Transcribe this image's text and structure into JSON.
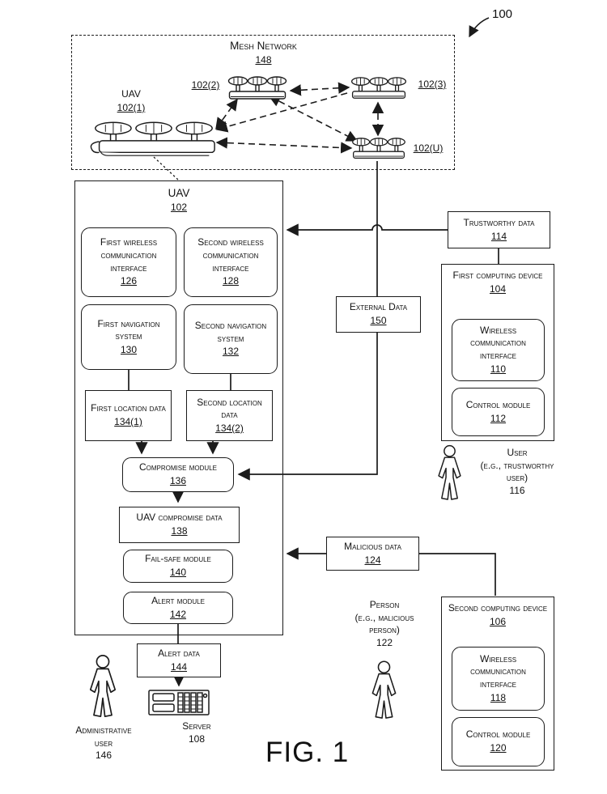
{
  "figure": {
    "ref": "100",
    "caption": "FIG. 1"
  },
  "colors": {
    "ink": "#1b1b1b",
    "background": "#ffffff"
  },
  "mesh": {
    "title": "Mesh Network",
    "ref": "148",
    "uav1": {
      "label": "UAV",
      "ref": "102(1)"
    },
    "uav2": {
      "ref": "102(2)"
    },
    "uav3": {
      "ref": "102(3)"
    },
    "uavU": {
      "ref": "102(U)"
    }
  },
  "uav": {
    "title": "UAV",
    "ref": "102",
    "first_wireless": {
      "label": "First wireless communication interface",
      "ref": "126"
    },
    "second_wireless": {
      "label": "Second wireless communication interface",
      "ref": "128"
    },
    "first_nav": {
      "label": "First navigation system",
      "ref": "130"
    },
    "second_nav": {
      "label": "Second navigation system",
      "ref": "132"
    },
    "first_loc": {
      "label": "First location data",
      "ref": "134(1)"
    },
    "second_loc": {
      "label": "Second location data",
      "ref": "134(2)"
    },
    "compromise": {
      "label": "Compromise module",
      "ref": "136"
    },
    "compromise_data": {
      "label": "UAV compromise data",
      "ref": "138"
    },
    "failsafe": {
      "label": "Fail-safe module",
      "ref": "140"
    },
    "alert": {
      "label": "Alert module",
      "ref": "142"
    }
  },
  "trustworthy_data": {
    "label": "Trustworthy data",
    "ref": "114"
  },
  "external_data": {
    "label": "External Data",
    "ref": "150"
  },
  "malicious_data": {
    "label": "Malicious data",
    "ref": "124"
  },
  "first_device": {
    "title": "First computing device",
    "ref": "104",
    "wireless": {
      "label": "Wireless communication interface",
      "ref": "110"
    },
    "control": {
      "label": "Control module",
      "ref": "112"
    }
  },
  "second_device": {
    "title": "Second computing device",
    "ref": "106",
    "wireless": {
      "label": "Wireless communication interface",
      "ref": "118"
    },
    "control": {
      "label": "Control module",
      "ref": "120"
    }
  },
  "trustworthy_user": {
    "lines": [
      "User",
      "(e.g., trustworthy",
      "user)"
    ],
    "ref": "116"
  },
  "malicious_person": {
    "lines": [
      "Person",
      "(e.g., malicious",
      "person)"
    ],
    "ref": "122"
  },
  "admin_user": {
    "lines": [
      "Administrative",
      "user"
    ],
    "ref": "146"
  },
  "alert_data": {
    "label": "Alert data",
    "ref": "144"
  },
  "server": {
    "label": "Server",
    "ref": "108"
  }
}
